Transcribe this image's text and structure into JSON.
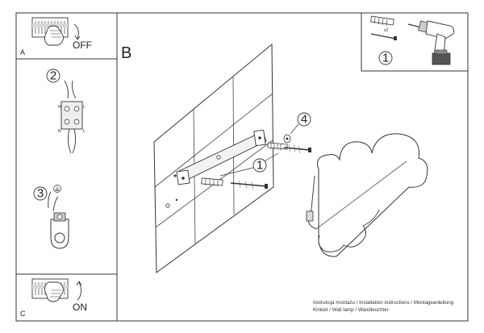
{
  "panels": {
    "a": {
      "letter": "A",
      "state": "OFF"
    },
    "c": {
      "letter": "C",
      "state": "ON"
    },
    "b": {
      "letter": "B"
    }
  },
  "steps": {
    "s1_tools": "1",
    "s2_wiring": "2",
    "s3_ground": "3",
    "s4_cap": "4",
    "s1_anchors": "1"
  },
  "tools": {
    "qty": "x2"
  },
  "terminal_letters": {
    "left_top": "N",
    "left_bottom": "N",
    "right_top": "L",
    "right_bottom": "L"
  },
  "caption": {
    "line1": "Instrukcja montażu / Installation instructions / Montageanleitung",
    "line2": "Kinkiet / Wall lamp / Wandleuchter"
  },
  "icons": [
    "switch-icon",
    "hand-icon",
    "drill-icon",
    "dowel-icon",
    "screw-icon",
    "ground-icon",
    "connector-icon",
    "cloud-lamp-icon"
  ]
}
